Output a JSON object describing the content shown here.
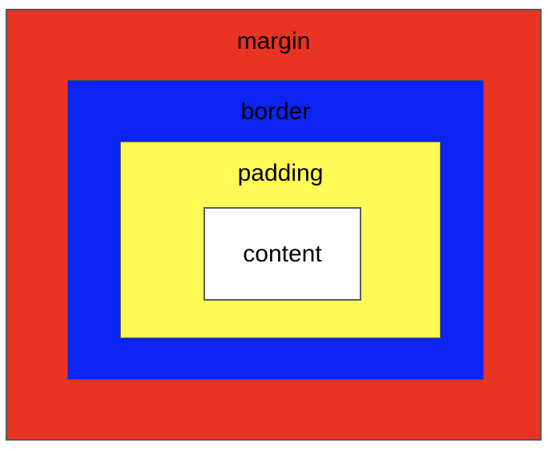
{
  "diagram": {
    "title": "css-box-model",
    "labels": {
      "margin": "margin",
      "border": "border",
      "padding": "padding",
      "content": "content"
    },
    "colors": {
      "margin": "#e93323",
      "border": "#0b24f3",
      "padding": "#fffa55",
      "content": "#ffffff",
      "frame_stroke": "#54585c",
      "text": "#000000",
      "page_background": "#ffffff"
    }
  }
}
